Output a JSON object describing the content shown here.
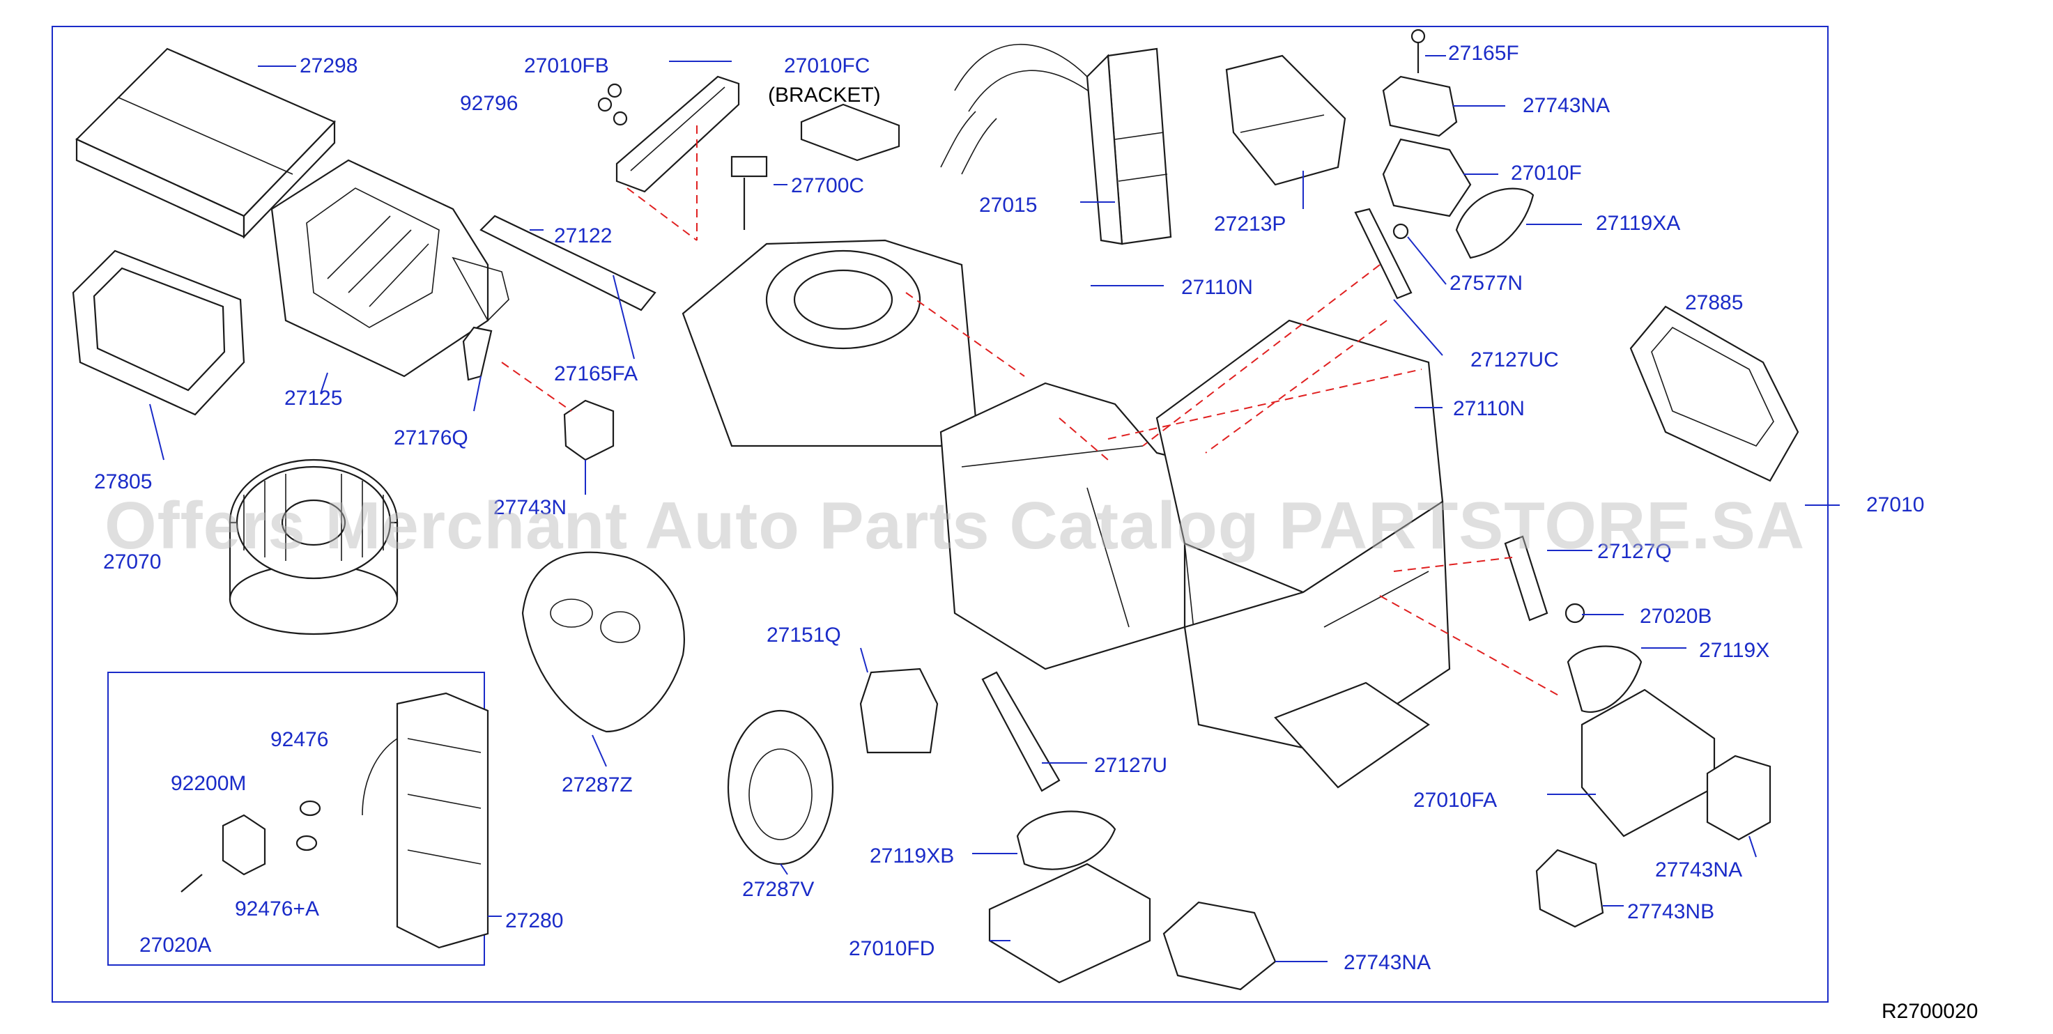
{
  "colors": {
    "accent": "#1a2bc8",
    "dash": "#e02020",
    "line": "#1b1b1b"
  },
  "labels": {
    "p27298": "27298",
    "p27010FB": "27010FB",
    "p27010FC": "27010FC",
    "bracket": "(BRACKET)",
    "p92796": "92796",
    "p27700C": "27700C",
    "p27015": "27015",
    "p27213P": "27213P",
    "p27165F": "27165F",
    "p27743NA_top": "27743NA",
    "p27010F": "27010F",
    "p27119XA": "27119XA",
    "p27577N": "27577N",
    "p27122": "27122",
    "p27110N_a": "27110N",
    "p27127UC": "27127UC",
    "p27885": "27885",
    "p27110N_b": "27110N",
    "p27165FA": "27165FA",
    "p27125": "27125",
    "p27176Q": "27176Q",
    "p27805": "27805",
    "p27743N": "27743N",
    "p27010": "27010",
    "p27070": "27070",
    "p27127Q": "27127Q",
    "p27020B": "27020B",
    "p27119X": "27119X",
    "p27151Q": "27151Q",
    "p92476": "92476",
    "p92200M": "92200M",
    "p27127U": "27127U",
    "p27287Z": "27287Z",
    "p27010FA": "27010FA",
    "p27119XB": "27119XB",
    "p27743NA_r": "27743NA",
    "p92476A": "92476+A",
    "p27287V": "27287V",
    "p27280": "27280",
    "p27743NB": "27743NB",
    "p27020A": "27020A",
    "p27010FD": "27010FD",
    "p27743NA_b": "27743NA"
  },
  "watermark": "Offers Merchant Auto Parts Catalog PARTSTORE.SA",
  "diagram_code": "R2700020"
}
